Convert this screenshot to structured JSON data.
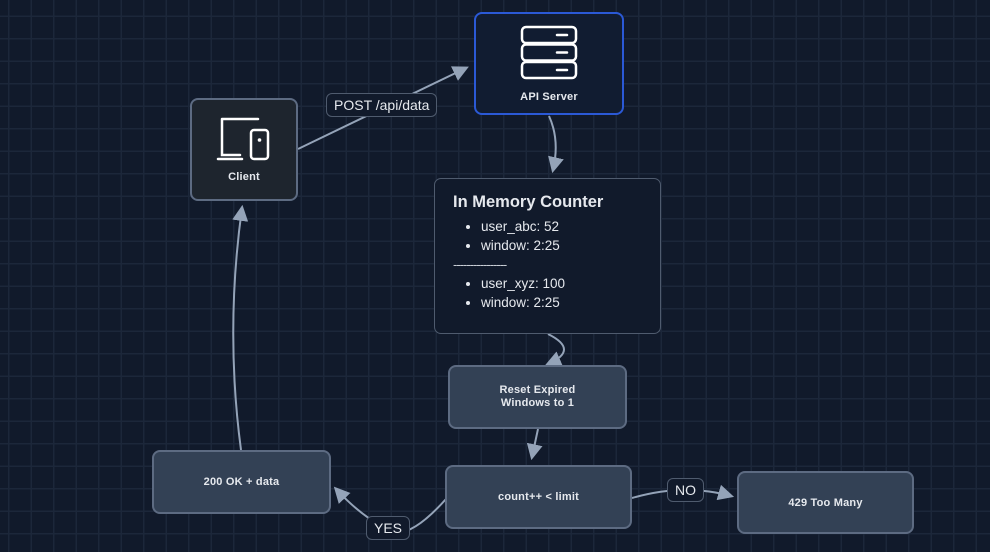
{
  "diagram": {
    "title": "Rate limiter request flow",
    "colors": {
      "background": "#111a2b",
      "grid": "#1c273a",
      "node_fill": "#334155",
      "node_border": "#5d6b82",
      "server_border": "#2b59d6",
      "edge": "#94a3b8",
      "text": "#e6e9ee"
    },
    "nodes": {
      "client": {
        "label": "Client",
        "icon": "devices-icon"
      },
      "api_server": {
        "label": "API Server",
        "icon": "server-icon"
      },
      "counter": {
        "title": "In Memory Counter",
        "group1": [
          "user_abc: 52",
          "window: 2:25"
        ],
        "separator": "----------------",
        "group2": [
          "user_xyz: 100",
          "window: 2:25"
        ]
      },
      "reset": {
        "line1": "Reset Expired",
        "line2": "Windows to 1"
      },
      "check": {
        "label": "count++ < limit"
      },
      "ok": {
        "label": "200 OK + data"
      },
      "too_many": {
        "label": "429 Too Many"
      }
    },
    "edges": [
      {
        "from": "client",
        "to": "api_server",
        "label": "POST /api/data"
      },
      {
        "from": "api_server",
        "to": "counter",
        "label": ""
      },
      {
        "from": "counter",
        "to": "reset",
        "label": ""
      },
      {
        "from": "reset",
        "to": "check",
        "label": ""
      },
      {
        "from": "check",
        "to": "ok",
        "label": "YES"
      },
      {
        "from": "check",
        "to": "too_many",
        "label": "NO"
      },
      {
        "from": "ok",
        "to": "client",
        "label": ""
      }
    ]
  }
}
